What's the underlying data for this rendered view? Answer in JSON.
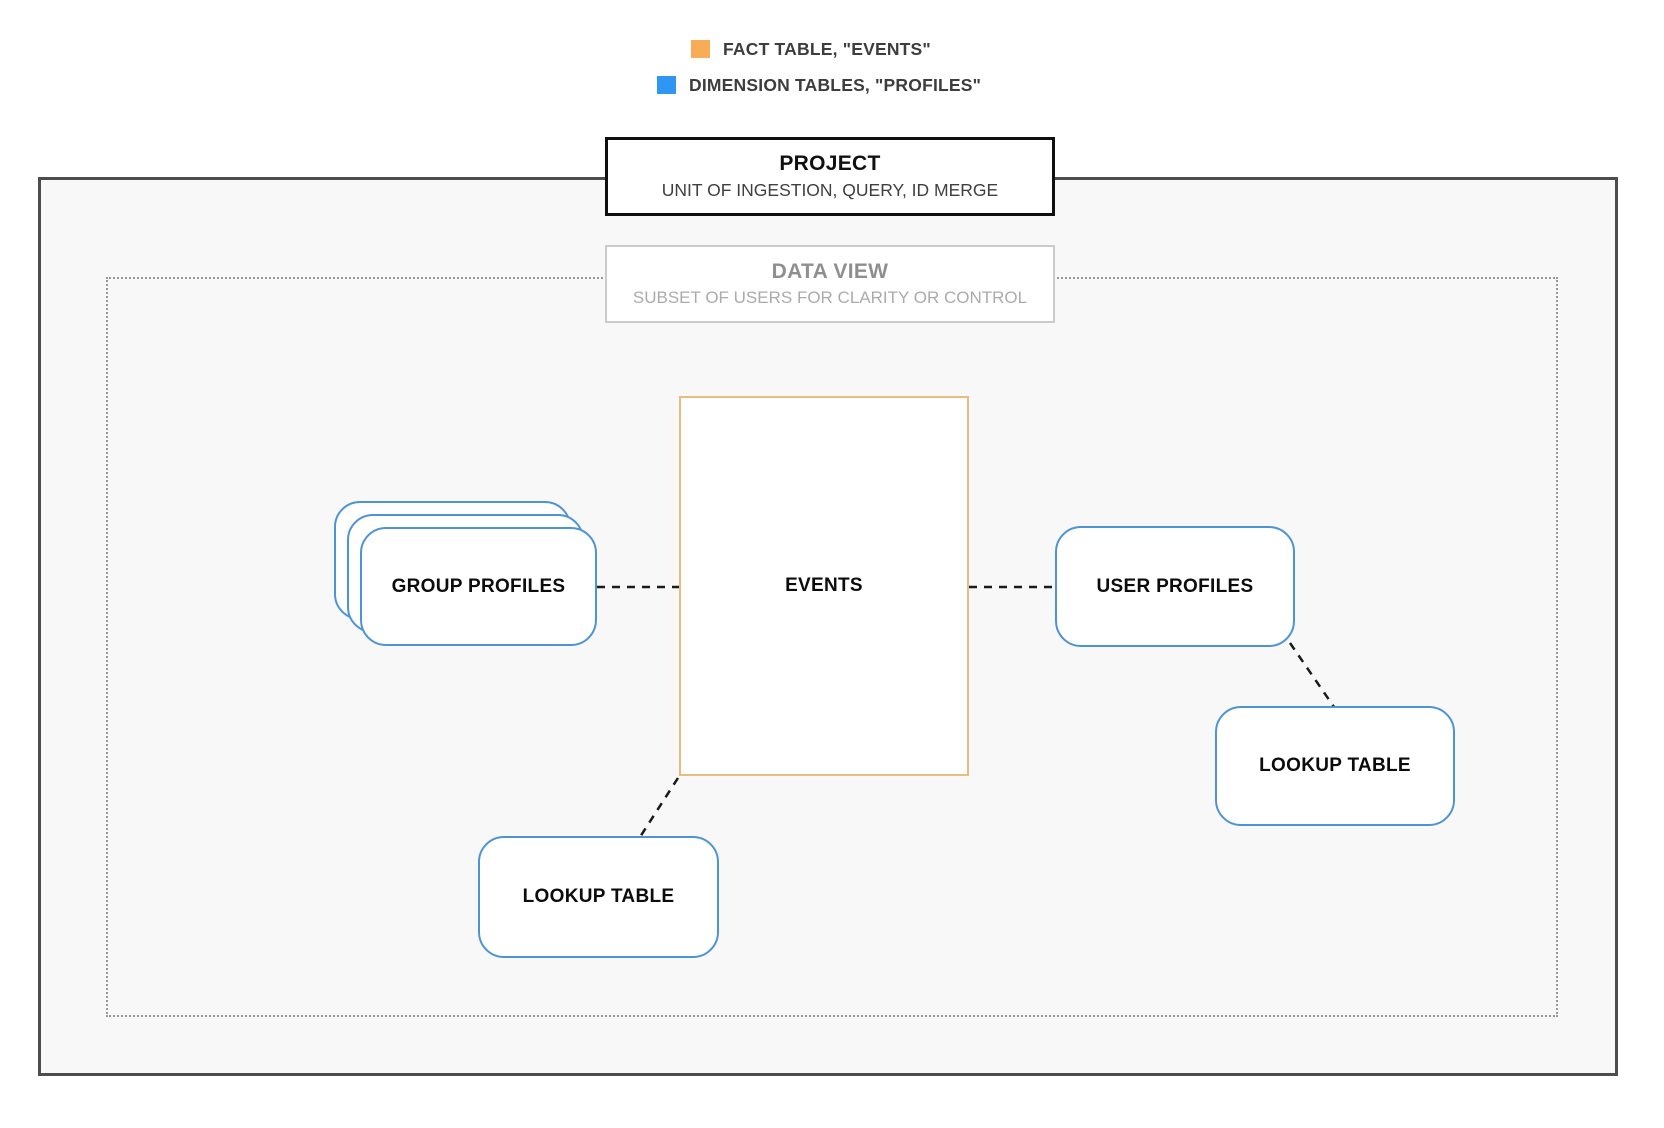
{
  "legend": {
    "items": [
      {
        "id": "fact",
        "label": "FACT TABLE, \"EVENTS\"",
        "swatch_color": "#f7ac55"
      },
      {
        "id": "dimension",
        "label": "DIMENSION TABLES, \"PROFILES\"",
        "swatch_color": "#3096f3"
      }
    ]
  },
  "project_box": {
    "title": "PROJECT",
    "subtitle": "UNIT OF INGESTION, QUERY, ID MERGE"
  },
  "data_view_box": {
    "title": "DATA VIEW",
    "subtitle": "SUBSET OF USERS FOR CLARITY OR CONTROL"
  },
  "nodes": {
    "events": {
      "label": "EVENTS"
    },
    "group_profiles": {
      "label": "GROUP PROFILES"
    },
    "user_profiles": {
      "label": "USER PROFILES"
    },
    "lookup_table_bottom": {
      "label": "LOOKUP TABLE"
    },
    "lookup_table_right": {
      "label": "LOOKUP TABLE"
    }
  },
  "edges": [
    {
      "from": "GROUP PROFILES",
      "to": "EVENTS",
      "style": "dashed"
    },
    {
      "from": "EVENTS",
      "to": "USER PROFILES",
      "style": "dashed"
    },
    {
      "from": "USER PROFILES",
      "to": "LOOKUP TABLE",
      "style": "dashed"
    },
    {
      "from": "EVENTS",
      "to": "LOOKUP TABLE",
      "style": "dashed"
    }
  ],
  "colors": {
    "fact_accent": "#f7ac55",
    "dimension_accent": "#3096f3",
    "fact_border": "#e9bd80",
    "dimension_border": "#4e94d4",
    "connector": "#1a1a1a",
    "project_fill": "#f8f8f8"
  }
}
